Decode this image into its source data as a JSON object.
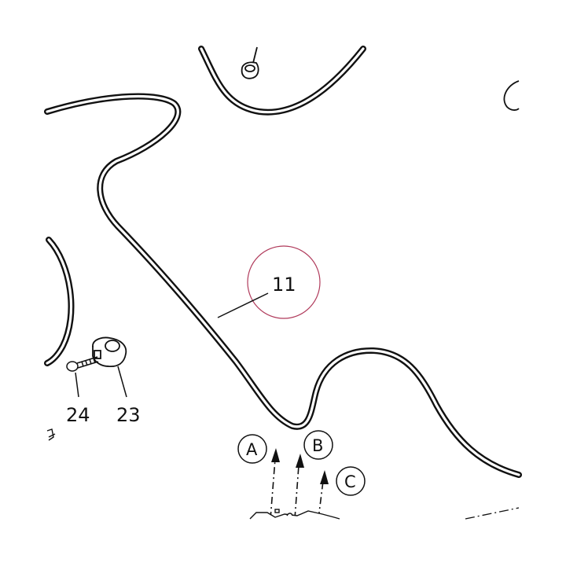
{
  "callouts": {
    "tube": "11",
    "screw": "24",
    "clamp": "23"
  },
  "arrows": {
    "a": "A",
    "b": "B",
    "c": "C"
  },
  "colors": {
    "line": "#111111",
    "highlight": "#b03a5b"
  }
}
